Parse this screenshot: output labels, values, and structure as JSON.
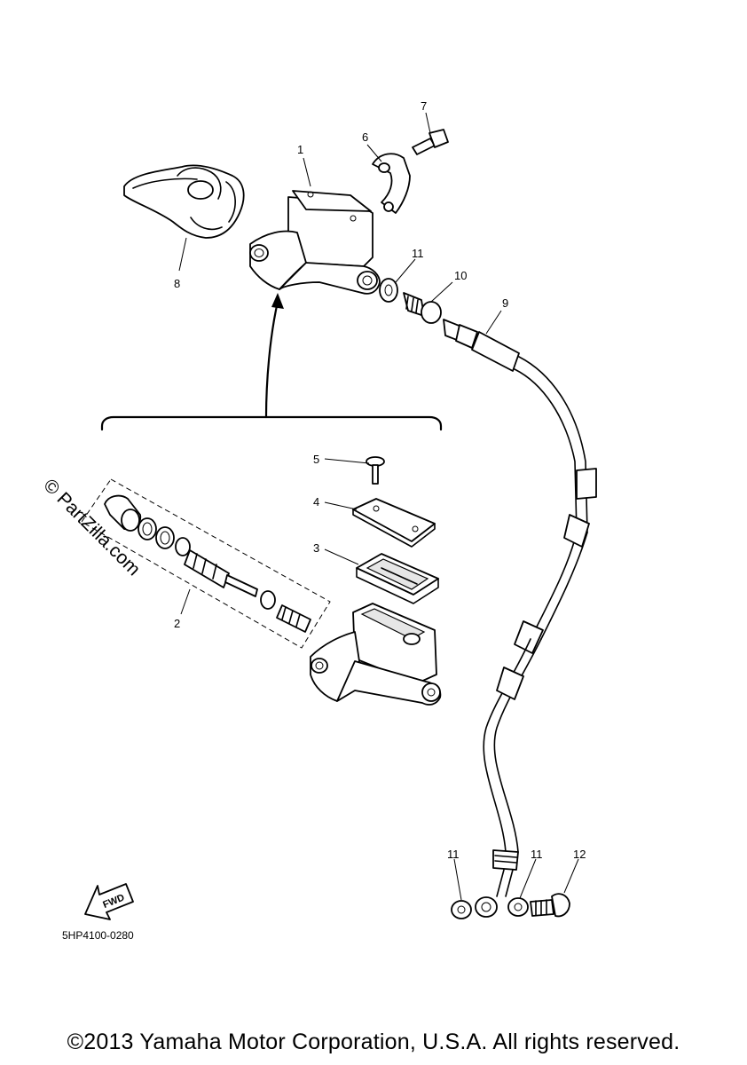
{
  "callouts": {
    "c1": "1",
    "c2": "2",
    "c3": "3",
    "c4": "4",
    "c5": "5",
    "c6": "6",
    "c7": "7",
    "c8": "8",
    "c9": "9",
    "c10": "10",
    "c11a": "11",
    "c11b": "11",
    "c11c": "11",
    "c12": "12"
  },
  "fwd_label": "FWD",
  "diagram_code": "5HP4100-0280",
  "watermark": "© PartZilla.com",
  "copyright": "©2013 Yamaha Motor Corporation, U.S.A. All rights reserved."
}
